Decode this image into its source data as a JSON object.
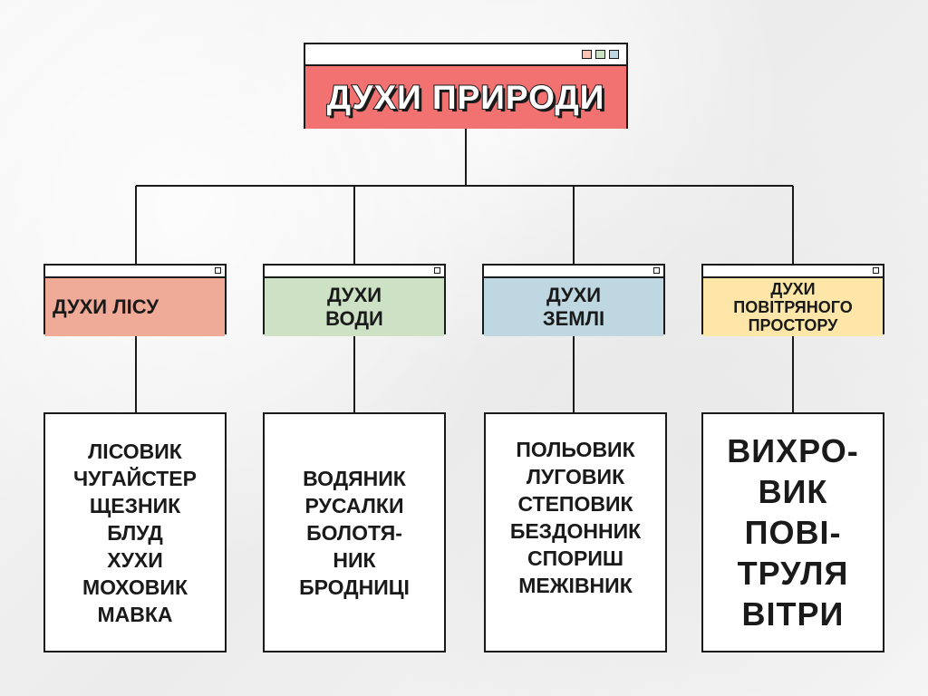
{
  "root": {
    "title": "ДУХИ ПРИРОДИ",
    "dot_colors": [
      "#f9c4b4",
      "#cde2c5",
      "#bed7e0"
    ]
  },
  "categories": [
    {
      "label_lines": [
        "ДУХИ  ЛІСУ"
      ],
      "color": "#efaa98",
      "members": [
        "ЛІСОВИК",
        "ЧУГАЙСТЕР",
        "ЩЕЗНИК",
        "БЛУД",
        "ХУХИ",
        "МОХОВИК",
        "МАВКА"
      ]
    },
    {
      "label_lines": [
        "ДУХИ",
        "ВОДИ"
      ],
      "color": "#cde2c5",
      "members": [
        "ВОДЯНИК",
        "РУСАЛКИ",
        "БОЛОТЯ-",
        "НИК",
        "БРОДНИЦІ"
      ]
    },
    {
      "label_lines": [
        "ДУХИ",
        "ЗЕМЛІ"
      ],
      "color": "#bed7e0",
      "members": [
        "ПОЛЬОВИК",
        "ЛУГОВИК",
        "СТЕПОВИК",
        "БЕЗДОННИК",
        "СПОРИШ",
        "МЕЖІВНИК"
      ]
    },
    {
      "label_lines": [
        "ДУХИ",
        "ПОВІТРЯНОГО",
        "ПРОСТОРУ"
      ],
      "color": "#fde6a8",
      "members": [
        "ВИХРО-",
        "ВИК",
        "ПОВІ-",
        "ТРУЛЯ",
        "ВІТРИ"
      ]
    }
  ]
}
